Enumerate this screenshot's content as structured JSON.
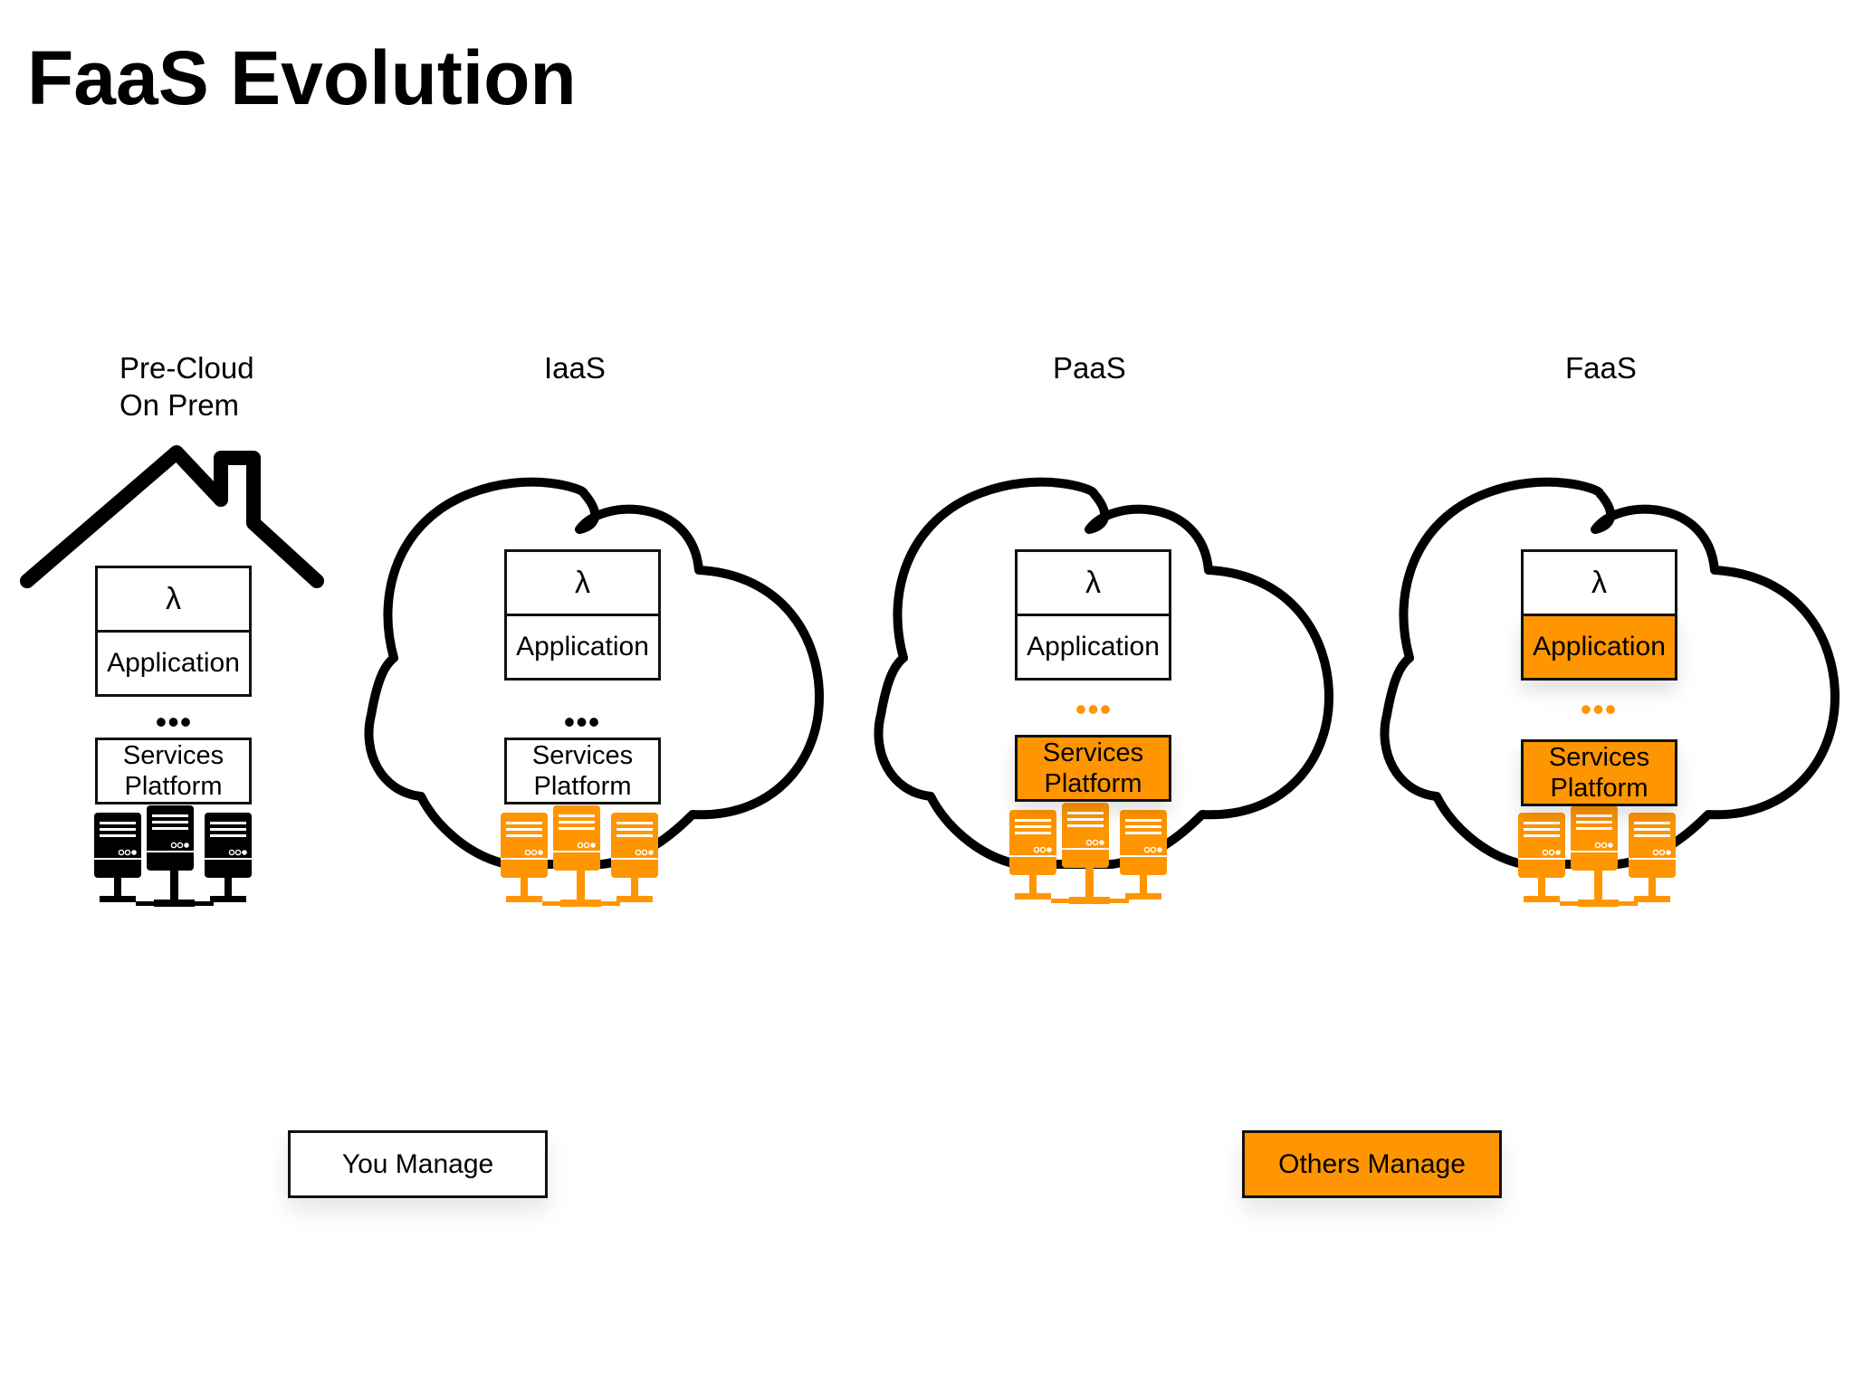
{
  "title": "FaaS Evolution",
  "colors": {
    "accent": "#FF9500",
    "outline": "#111111",
    "background": "#ffffff"
  },
  "columns": [
    {
      "label_lines": [
        "Pre-Cloud",
        "On Prem"
      ],
      "container_icon": "house-icon",
      "lambda": "λ",
      "application": "Application",
      "ellipsis": "•••",
      "services": [
        "Services",
        "Platform"
      ],
      "servers_icon": "server-rack-icon",
      "managed_by": {
        "infrastructure": "You Manage",
        "platform": "You Manage",
        "application": "You Manage"
      }
    },
    {
      "label_lines": [
        "IaaS"
      ],
      "container_icon": "cloud-icon",
      "lambda": "λ",
      "application": "Application",
      "ellipsis": "•••",
      "services": [
        "Services",
        "Platform"
      ],
      "servers_icon": "server-rack-icon",
      "managed_by": {
        "infrastructure": "Others Manage",
        "platform": "You Manage",
        "application": "You Manage"
      }
    },
    {
      "label_lines": [
        "PaaS"
      ],
      "container_icon": "cloud-icon",
      "lambda": "λ",
      "application": "Application",
      "ellipsis": "•••",
      "services": [
        "Services",
        "Platform"
      ],
      "servers_icon": "server-rack-icon",
      "managed_by": {
        "infrastructure": "Others Manage",
        "platform": "Others Manage",
        "application": "You Manage"
      }
    },
    {
      "label_lines": [
        "FaaS"
      ],
      "container_icon": "cloud-icon",
      "lambda": "λ",
      "application": "Application",
      "ellipsis": "•••",
      "services": [
        "Services",
        "Platform"
      ],
      "servers_icon": "server-rack-icon",
      "managed_by": {
        "infrastructure": "Others Manage",
        "platform": "Others Manage",
        "application": "Others Manage"
      }
    }
  ],
  "legend": {
    "you_manage": "You Manage",
    "others_manage": "Others Manage"
  }
}
